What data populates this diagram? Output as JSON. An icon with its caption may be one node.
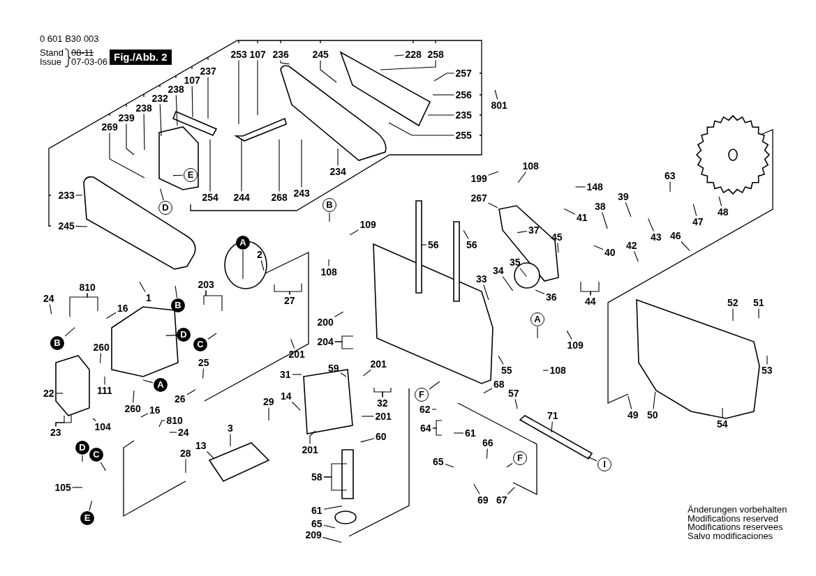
{
  "diagram": {
    "nodes": [
      {
        "text": [
          "253"
        ]
      },
      {
        "text": [
          "107"
        ]
      },
      {
        "text": [
          "236"
        ]
      },
      {
        "text": [
          "245"
        ]
      },
      {
        "text": [
          "228"
        ]
      },
      {
        "text": [
          "258"
        ]
      },
      {
        "text": [
          "237"
        ]
      },
      {
        "text": [
          "107"
        ]
      },
      {
        "text": [
          "238"
        ]
      },
      {
        "text": [
          "232"
        ]
      },
      {
        "text": [
          "238"
        ]
      },
      {
        "text": [
          "239"
        ]
      },
      {
        "text": [
          "269"
        ]
      },
      {
        "text": [
          "257"
        ]
      },
      {
        "text": [
          "256"
        ]
      },
      {
        "text": [
          "235"
        ]
      },
      {
        "text": [
          "255"
        ]
      },
      {
        "text": [
          "801"
        ]
      },
      {
        "text": [
          "E"
        ]
      },
      {
        "text": [
          "233"
        ]
      },
      {
        "text": [
          "D"
        ]
      },
      {
        "text": [
          "254"
        ]
      },
      {
        "text": [
          "244"
        ]
      },
      {
        "text": [
          "268"
        ]
      },
      {
        "text": [
          "243"
        ]
      },
      {
        "text": [
          "234"
        ]
      },
      {
        "text": [
          "245"
        ]
      },
      {
        "text": [
          "199"
        ]
      },
      {
        "text": [
          "108"
        ]
      },
      {
        "text": [
          "148"
        ]
      },
      {
        "text": [
          "267"
        ]
      },
      {
        "text": [
          "63"
        ]
      },
      {
        "text": [
          "48"
        ]
      },
      {
        "text": [
          "39"
        ]
      },
      {
        "text": [
          "38"
        ]
      },
      {
        "text": [
          "41"
        ]
      },
      {
        "text": [
          "47"
        ]
      },
      {
        "text": [
          "B"
        ]
      },
      {
        "text": [
          "109"
        ]
      },
      {
        "text": [
          "43"
        ]
      },
      {
        "text": [
          "42"
        ]
      },
      {
        "text": [
          "46"
        ]
      },
      {
        "text": [
          "37"
        ]
      },
      {
        "text": [
          "45"
        ]
      },
      {
        "text": [
          "A"
        ]
      },
      {
        "text": [
          "56"
        ]
      },
      {
        "text": [
          "56"
        ]
      },
      {
        "text": [
          "40"
        ]
      },
      {
        "text": [
          "2"
        ]
      },
      {
        "text": [
          "108"
        ]
      },
      {
        "text": [
          "33"
        ]
      },
      {
        "text": [
          "34"
        ]
      },
      {
        "text": [
          "35"
        ]
      },
      {
        "text": [
          "810"
        ]
      },
      {
        "text": [
          "203"
        ]
      },
      {
        "text": [
          "24"
        ]
      },
      {
        "text": [
          "1"
        ]
      },
      {
        "text": [
          "27"
        ]
      },
      {
        "text": [
          "B"
        ]
      },
      {
        "text": [
          "16"
        ]
      },
      {
        "text": [
          "52"
        ]
      },
      {
        "text": [
          "51"
        ]
      },
      {
        "text": [
          "36"
        ]
      },
      {
        "text": [
          "44"
        ]
      },
      {
        "text": [
          "A"
        ]
      },
      {
        "text": [
          "D"
        ]
      },
      {
        "text": [
          "200"
        ]
      },
      {
        "text": [
          "B"
        ]
      },
      {
        "text": [
          "C"
        ]
      },
      {
        "text": [
          "204"
        ]
      },
      {
        "text": [
          "109"
        ]
      },
      {
        "text": [
          "260"
        ]
      },
      {
        "text": [
          "201"
        ]
      },
      {
        "text": [
          "59"
        ]
      },
      {
        "text": [
          "25"
        ]
      },
      {
        "text": [
          "201"
        ]
      },
      {
        "text": [
          "55"
        ]
      },
      {
        "text": [
          "108"
        ]
      },
      {
        "text": [
          "53"
        ]
      },
      {
        "text": [
          "31"
        ]
      },
      {
        "text": [
          "111"
        ]
      },
      {
        "text": [
          "A"
        ]
      },
      {
        "text": [
          "68"
        ]
      },
      {
        "text": [
          "22"
        ]
      },
      {
        "text": [
          "26"
        ]
      },
      {
        "text": [
          "F"
        ]
      },
      {
        "text": [
          "57"
        ]
      },
      {
        "text": [
          "32"
        ]
      },
      {
        "text": [
          "260"
        ]
      },
      {
        "text": [
          "29"
        ]
      },
      {
        "text": [
          "16"
        ]
      },
      {
        "text": [
          "14"
        ]
      },
      {
        "text": [
          "62"
        ]
      },
      {
        "text": [
          "49"
        ]
      },
      {
        "text": [
          "50"
        ]
      },
      {
        "text": [
          "71"
        ]
      },
      {
        "text": [
          "201"
        ]
      },
      {
        "text": [
          "810"
        ]
      },
      {
        "text": [
          "54"
        ]
      },
      {
        "text": [
          "104"
        ]
      },
      {
        "text": [
          "3"
        ]
      },
      {
        "text": [
          "64"
        ]
      },
      {
        "text": [
          "24"
        ]
      },
      {
        "text": [
          "23"
        ]
      },
      {
        "text": [
          "61"
        ]
      },
      {
        "text": [
          "60"
        ]
      },
      {
        "text": [
          "13"
        ]
      },
      {
        "text": [
          "D"
        ]
      },
      {
        "text": [
          "66"
        ]
      },
      {
        "text": [
          "201"
        ]
      },
      {
        "text": [
          "28"
        ]
      },
      {
        "text": [
          "C"
        ]
      },
      {
        "text": [
          "F"
        ]
      },
      {
        "text": [
          "65"
        ]
      },
      {
        "text": [
          "I"
        ]
      },
      {
        "text": [
          "58"
        ]
      },
      {
        "text": [
          "105"
        ]
      },
      {
        "text": [
          "69"
        ]
      },
      {
        "text": [
          "67"
        ]
      },
      {
        "text": [
          "61"
        ]
      },
      {
        "text": [
          "E"
        ]
      },
      {
        "text": [
          "65"
        ]
      },
      {
        "text": [
          "209"
        ]
      }
    ],
    "edges": [
      {
        "from": 0,
        "to": null,
        "arrow": "none"
      },
      {
        "from": 1,
        "to": null,
        "arrow": "none"
      },
      {
        "from": 2,
        "to": null,
        "arrow": "none"
      },
      {
        "from": 3,
        "to": null,
        "arrow": "none"
      },
      {
        "from": 4,
        "to": null,
        "arrow": "none"
      },
      {
        "from": 5,
        "to": null,
        "arrow": "none"
      },
      {
        "from": 6,
        "to": null,
        "arrow": "none"
      },
      {
        "from": 7,
        "to": null,
        "arrow": "none"
      },
      {
        "from": 8,
        "to": null,
        "arrow": "none"
      },
      {
        "from": 9,
        "to": null,
        "arrow": "none"
      },
      {
        "from": 10,
        "to": null,
        "arrow": "none"
      },
      {
        "from": 11,
        "to": null,
        "arrow": "none"
      },
      {
        "from": 12,
        "to": null,
        "arrow": "none"
      },
      {
        "from": 13,
        "to": null,
        "arrow": "none"
      },
      {
        "from": 14,
        "to": null,
        "arrow": "none"
      },
      {
        "from": 15,
        "to": null,
        "arrow": "none"
      },
      {
        "from": 16,
        "to": null,
        "arrow": "none"
      },
      {
        "from": 17,
        "to": null,
        "arrow": "none"
      },
      {
        "from": 18,
        "to": null,
        "arrow": "none"
      },
      {
        "from": 19,
        "to": null,
        "arrow": "none"
      },
      {
        "from": 20,
        "to": null,
        "arrow": "none"
      },
      {
        "from": 21,
        "to": null,
        "arrow": "none"
      },
      {
        "from": 22,
        "to": null,
        "arrow": "none"
      },
      {
        "from": 23,
        "to": null,
        "arrow": "none"
      },
      {
        "from": 24,
        "to": null,
        "arrow": "none"
      },
      {
        "from": 25,
        "to": null,
        "arrow": "none"
      },
      {
        "from": 26,
        "to": null,
        "arrow": "none"
      },
      {
        "from": 27,
        "to": null,
        "arrow": "none"
      },
      {
        "from": 28,
        "to": null,
        "arrow": "none"
      },
      {
        "from": 29,
        "to": null,
        "arrow": "none"
      },
      {
        "from": 30,
        "to": null,
        "arrow": "none"
      },
      {
        "from": 31,
        "to": null,
        "arrow": "none"
      },
      {
        "from": 32,
        "to": null,
        "arrow": "none"
      },
      {
        "from": 33,
        "to": null,
        "arrow": "none"
      },
      {
        "from": 34,
        "to": null,
        "arrow": "none"
      },
      {
        "from": 35,
        "to": null,
        "arrow": "none"
      },
      {
        "from": 36,
        "to": null,
        "arrow": "none"
      },
      {
        "from": 37,
        "to": null,
        "arrow": "none"
      },
      {
        "from": 38,
        "to": null,
        "arrow": "none"
      },
      {
        "from": 39,
        "to": null,
        "arrow": "none"
      },
      {
        "from": 40,
        "to": null,
        "arrow": "none"
      },
      {
        "from": 41,
        "to": null,
        "arrow": "none"
      },
      {
        "from": 42,
        "to": null,
        "arrow": "none"
      },
      {
        "from": 43,
        "to": null,
        "arrow": "none"
      },
      {
        "from": 44,
        "to": null,
        "arrow": "none"
      },
      {
        "from": 45,
        "to": null,
        "arrow": "none"
      },
      {
        "from": 46,
        "to": null,
        "arrow": "none"
      },
      {
        "from": 47,
        "to": null,
        "arrow": "none"
      },
      {
        "from": 48,
        "to": null,
        "arrow": "none"
      },
      {
        "from": 49,
        "to": null,
        "arrow": "none"
      },
      {
        "from": 50,
        "to": null,
        "arrow": "none"
      },
      {
        "from": 51,
        "to": null,
        "arrow": "none"
      },
      {
        "from": 52,
        "to": null,
        "arrow": "none"
      },
      {
        "from": 53,
        "to": null,
        "arrow": "none"
      },
      {
        "from": 53,
        "to": null,
        "arrow": "none"
      },
      {
        "from": 54,
        "to": null,
        "arrow": "none"
      },
      {
        "from": 54,
        "to": null,
        "arrow": "none"
      },
      {
        "from": 55,
        "to": null,
        "arrow": "none"
      },
      {
        "from": 56,
        "to": null,
        "arrow": "none"
      },
      {
        "from": 57,
        "to": null,
        "arrow": "none"
      },
      {
        "from": 57,
        "to": null,
        "arrow": "none"
      },
      {
        "from": 58,
        "to": null,
        "arrow": "none"
      },
      {
        "from": 59,
        "to": null,
        "arrow": "none"
      },
      {
        "from": 60,
        "to": null,
        "arrow": "none"
      },
      {
        "from": 61,
        "to": null,
        "arrow": "none"
      },
      {
        "from": 62,
        "to": null,
        "arrow": "none"
      },
      {
        "from": 63,
        "to": null,
        "arrow": "none"
      },
      {
        "from": 63,
        "to": null,
        "arrow": "none"
      },
      {
        "from": 64,
        "to": null,
        "arrow": "none"
      },
      {
        "from": 65,
        "to": null,
        "arrow": "none"
      },
      {
        "from": 66,
        "to": null,
        "arrow": "none"
      },
      {
        "from": 67,
        "to": null,
        "arrow": "none"
      },
      {
        "from": 68,
        "to": null,
        "arrow": "none"
      },
      {
        "from": 69,
        "to": null,
        "arrow": "none"
      },
      {
        "from": 69,
        "to": null,
        "arrow": "none"
      },
      {
        "from": 70,
        "to": null,
        "arrow": "none"
      },
      {
        "from": 71,
        "to": null,
        "arrow": "none"
      },
      {
        "from": 72,
        "to": null,
        "arrow": "none"
      },
      {
        "from": 73,
        "to": null,
        "arrow": "none"
      },
      {
        "from": 74,
        "to": null,
        "arrow": "none"
      },
      {
        "from": 75,
        "to": null,
        "arrow": "none"
      },
      {
        "from": 76,
        "to": null,
        "arrow": "none"
      },
      {
        "from": 77,
        "to": null,
        "arrow": "none"
      },
      {
        "from": 78,
        "to": null,
        "arrow": "none"
      },
      {
        "from": 79,
        "to": null,
        "arrow": "none"
      },
      {
        "from": 80,
        "to": null,
        "arrow": "none"
      },
      {
        "from": 81,
        "to": null,
        "arrow": "none"
      },
      {
        "from": 82,
        "to": null,
        "arrow": "none"
      },
      {
        "from": 83,
        "to": null,
        "arrow": "none"
      },
      {
        "from": 84,
        "to": null,
        "arrow": "none"
      },
      {
        "from": 85,
        "to": null,
        "arrow": "none"
      },
      {
        "from": 86,
        "to": null,
        "arrow": "none"
      },
      {
        "from": 87,
        "to": null,
        "arrow": "none"
      },
      {
        "from": 87,
        "to": null,
        "arrow": "none"
      },
      {
        "from": 88,
        "to": null,
        "arrow": "none"
      },
      {
        "from": 89,
        "to": null,
        "arrow": "none"
      },
      {
        "from": 90,
        "to": null,
        "arrow": "none"
      },
      {
        "from": 91,
        "to": null,
        "arrow": "none"
      },
      {
        "from": 92,
        "to": null,
        "arrow": "none"
      },
      {
        "from": 93,
        "to": null,
        "arrow": "none"
      },
      {
        "from": 94,
        "to": null,
        "arrow": "none"
      },
      {
        "from": 95,
        "to": null,
        "arrow": "none"
      },
      {
        "from": 96,
        "to": null,
        "arrow": "none"
      },
      {
        "from": 97,
        "to": null,
        "arrow": "none"
      },
      {
        "from": 98,
        "to": null,
        "arrow": "none"
      },
      {
        "from": 99,
        "to": null,
        "arrow": "none"
      },
      {
        "from": 100,
        "to": null,
        "arrow": "none"
      },
      {
        "from": 101,
        "to": null,
        "arrow": "none"
      },
      {
        "from": 101,
        "to": null,
        "arrow": "none"
      },
      {
        "from": 102,
        "to": null,
        "arrow": "none"
      },
      {
        "from": 103,
        "to": null,
        "arrow": "none"
      },
      {
        "from": 103,
        "to": null,
        "arrow": "none"
      },
      {
        "from": 104,
        "to": null,
        "arrow": "none"
      },
      {
        "from": 105,
        "to": null,
        "arrow": "none"
      },
      {
        "from": 106,
        "to": null,
        "arrow": "none"
      },
      {
        "from": 107,
        "to": null,
        "arrow": "none"
      },
      {
        "from": 108,
        "to": null,
        "arrow": "none"
      },
      {
        "from": 109,
        "to": null,
        "arrow": "none"
      },
      {
        "from": 110,
        "to": null,
        "arrow": "none"
      },
      {
        "from": 111,
        "to": null,
        "arrow": "none"
      },
      {
        "from": 112,
        "to": null,
        "arrow": "none"
      },
      {
        "from": 113,
        "to": null,
        "arrow": "none"
      },
      {
        "from": 114,
        "to": null,
        "arrow": "none"
      },
      {
        "from": 115,
        "to": null,
        "arrow": "none"
      },
      {
        "from": 115,
        "to": null,
        "arrow": "none"
      },
      {
        "from": 116,
        "to": null,
        "arrow": "none"
      },
      {
        "from": 117,
        "to": null,
        "arrow": "none"
      },
      {
        "from": 118,
        "to": null,
        "arrow": "none"
      },
      {
        "from": 119,
        "to": null,
        "arrow": "none"
      },
      {
        "from": 120,
        "to": null,
        "arrow": "none"
      },
      {
        "from": 121,
        "to": null,
        "arrow": "none"
      },
      {
        "from": 122,
        "to": null,
        "arrow": "none"
      }
    ],
    "labels": [
      "0 601 B30 003",
      "Stand",
      "Issue",
      "08-11",
      "07-03-06",
      "Fig./Abb. 2",
      "Änderungen vorbehalten",
      "Modifications reserved",
      "Modifications reservees",
      "Salvo modificaciones"
    ]
  }
}
